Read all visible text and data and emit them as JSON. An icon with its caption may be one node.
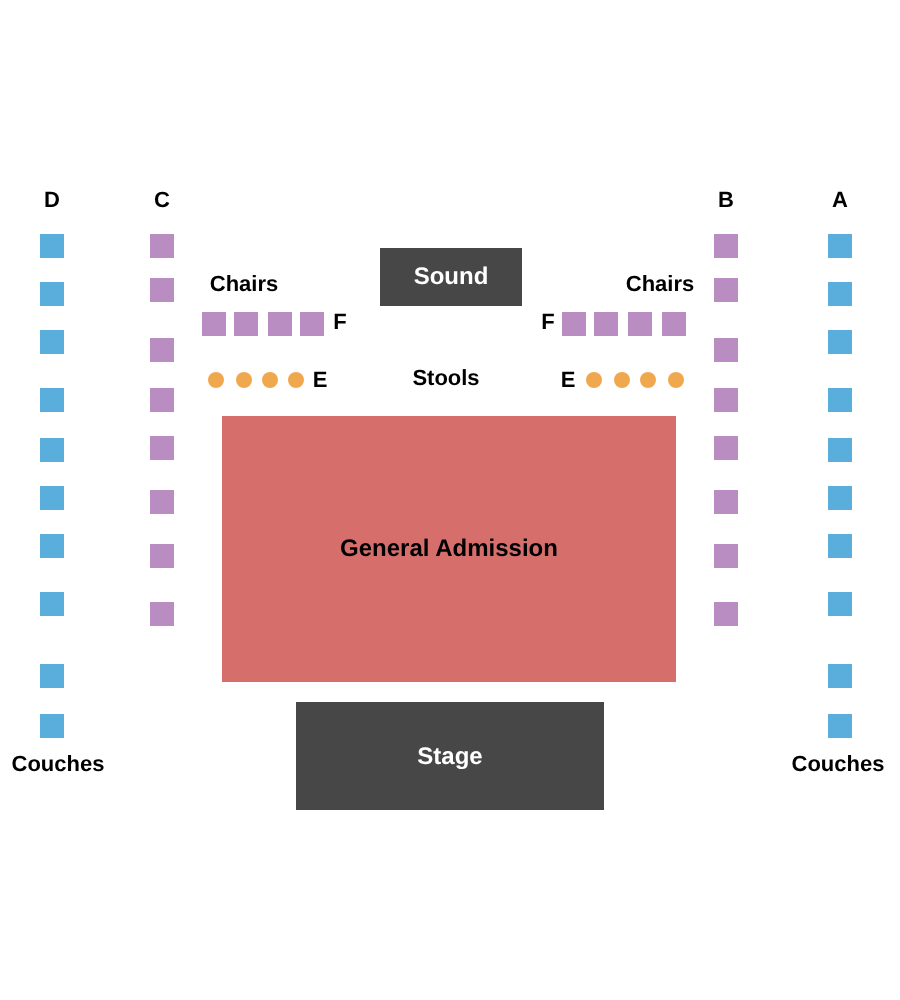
{
  "diagram": {
    "nodes": [
      {
        "text": [
          "Sound"
        ]
      },
      {
        "text": [
          "General Admission"
        ]
      },
      {
        "text": [
          "Stage"
        ]
      }
    ],
    "labels": [
      "D",
      "C",
      "B",
      "A",
      "Chairs",
      "Chairs",
      "F",
      "F",
      "E",
      "Stools",
      "E",
      "Couches",
      "Couches"
    ]
  }
}
